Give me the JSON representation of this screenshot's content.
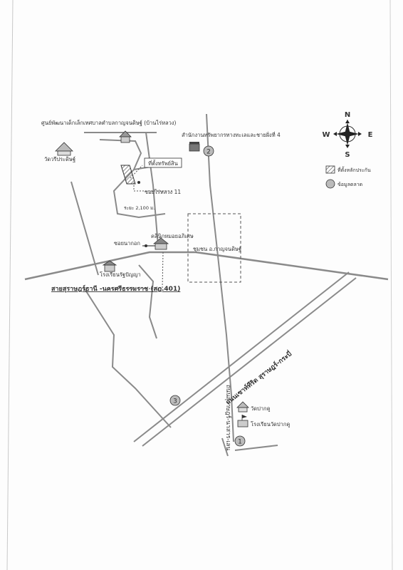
{
  "map": {
    "compass": {
      "n": "N",
      "s": "S",
      "e": "E",
      "w": "W"
    },
    "legend": [
      {
        "symbol": "hatched-box",
        "label": "ที่ตั้งหลักประกัน"
      },
      {
        "symbol": "grey-circle",
        "label": "ข้อมูลตลาด"
      }
    ],
    "labels": {
      "center_top": "ศูนย์พัฒนาเด็กเล็กเทศบาลตำบลกาญจนดิษฐ์ (บ้านไร่หลวง)",
      "temple_left": "วัดวรีประดิษฐ์",
      "office": "สำนักงานทรัพยากรทางทะเลและชายฝั่งที่ 4",
      "property": "ที่ตั้งทรัพย์สิน",
      "soi_rai_luang": "ซอยไร่หลวง 11",
      "distance": "ระยะ 2,100 ม.",
      "soi_na_kok": "ซอยนากอก",
      "clinic": "คลินิกหมอยอภิเศษ",
      "community": "ชุมชน อ.กาญจนดิษฐ์",
      "school_left": "โรงเรียนรัฐปัญญา",
      "main_road": "สายสุราษฎร์ธานี -นครศรีธรรมราช (สฎ.401)",
      "highway_diag": "ถนนเซาท์ทีริด สุราษฎร์-กระบี่",
      "road_vertical": "ถนนสุราษฎร์-นาสาร-เลน",
      "temple_pak_khu": "วัดปากคู",
      "school_pak_khu": "โรงเรียนวัดปากคู"
    },
    "markers": [
      "1",
      "2",
      "3"
    ]
  }
}
